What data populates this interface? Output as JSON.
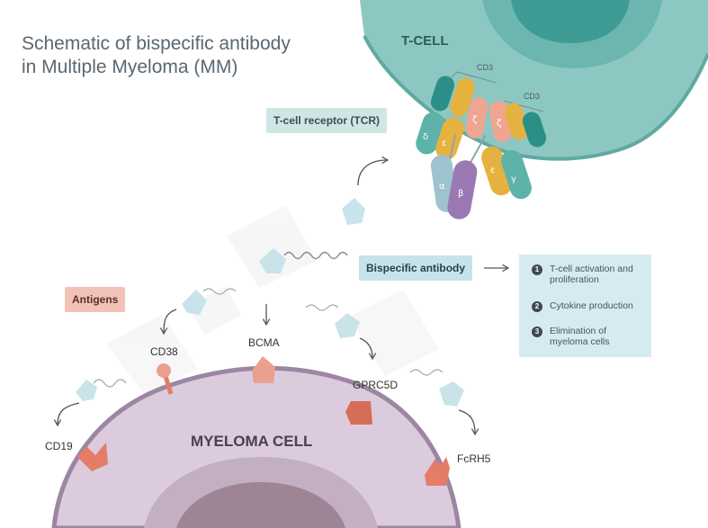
{
  "title": "Schematic of bispecific antibody in Multiple Myeloma (MM)",
  "cells": {
    "t_cell": "T-CELL",
    "myeloma_cell": "MYELOMA CELL"
  },
  "tcr": {
    "tag": "T-cell receptor (TCR)",
    "cd3_left": "CD3",
    "cd3_right": "CD3",
    "chains": {
      "delta": "δ",
      "epsilon_left": "ε",
      "zeta_left": "ζ",
      "zeta_right": "ζ",
      "epsilon_right": "ε",
      "gamma": "γ",
      "alpha": "α",
      "beta": "β"
    }
  },
  "bispecific_tag": "Bispecific antibody",
  "antigens_tag": "Antigens",
  "steps": [
    {
      "num": "1",
      "text": "T-cell activation and proliferation"
    },
    {
      "num": "2",
      "text": "Cytokine production"
    },
    {
      "num": "3",
      "text": "Elimination of myeloma cells"
    }
  ],
  "antigens": {
    "cd19": "CD19",
    "cd38": "CD38",
    "bcma": "BCMA",
    "gprc5d": "GPRC5D",
    "fcrh5": "FcRH5"
  },
  "colors": {
    "t_cell_body": "#7fbfb8",
    "t_cell_nucleus": "#3f9c95",
    "myeloma_body": "#d9c6d8",
    "myeloma_membrane": "#9c86a3",
    "myeloma_nucleus": "#9d8596",
    "antibody": "#c9e3ea",
    "receptor": "#e47c68"
  }
}
